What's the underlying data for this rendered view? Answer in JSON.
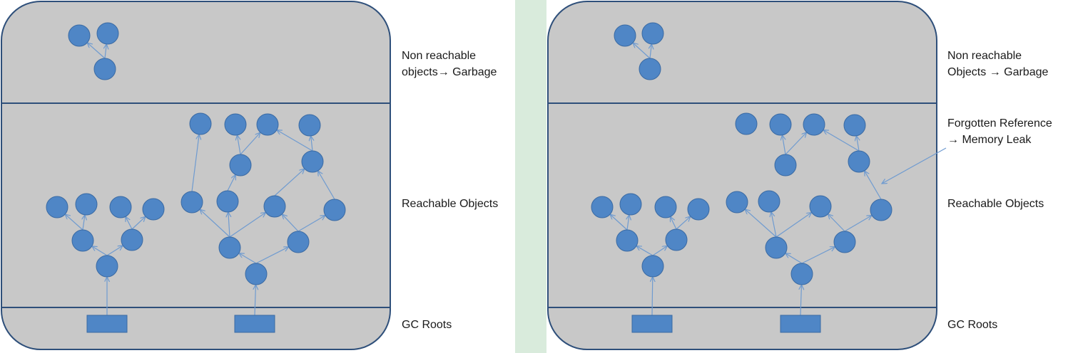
{
  "colors": {
    "background_gap": "#d9ebdc",
    "panel_bg": "#ffffff",
    "container_fill": "#c8c8c8",
    "container_stroke": "#2e4f7a",
    "node_fill": "#4f86c6",
    "node_stroke": "#3a6aa3",
    "edge": "#6f9bd0",
    "root_fill": "#4f86c6"
  },
  "diagrams": [
    {
      "id": "left",
      "labels": {
        "garbage": "Non reachable\nobjects→ Garbage",
        "reachable": "Reachable Objects",
        "roots": "GC Roots"
      }
    },
    {
      "id": "right",
      "labels": {
        "garbage": "Non reachable\nObjects → Garbage",
        "leak": "Forgotten Reference\n→ Memory Leak",
        "reachable": "Reachable Objects",
        "roots": "GC Roots"
      }
    }
  ]
}
